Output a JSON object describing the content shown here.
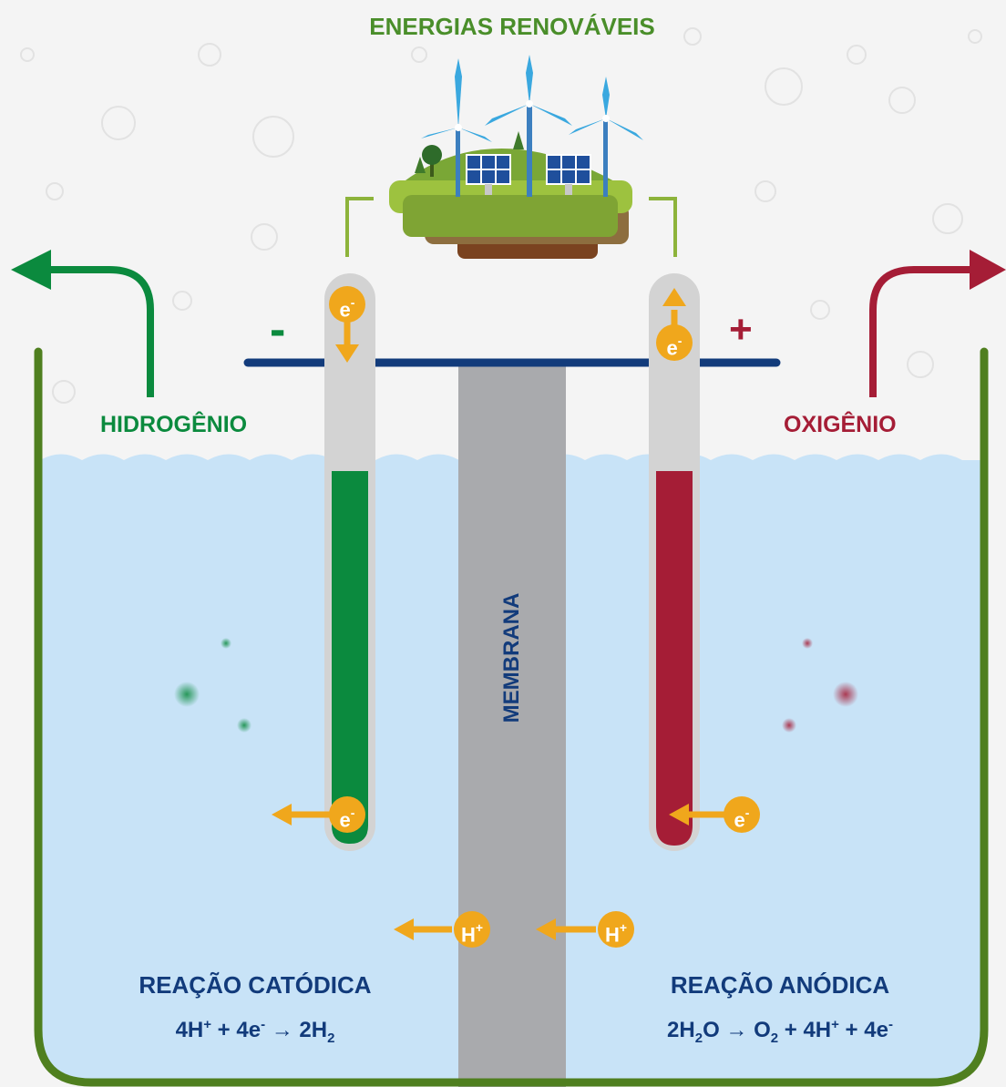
{
  "title": "ENERGIAS RENOVÁVEIS",
  "hydrogen_label": "HIDROGÊNIO",
  "oxygen_label": "OXIGÊNIO",
  "membrane_label": "MEMBRANA",
  "cathode_sign": "-",
  "anode_sign": "+",
  "electron_base": "e",
  "electron_charge": "-",
  "proton_base": "H",
  "proton_charge": "+",
  "cathodic": {
    "title": "REAÇÃO CATÓDICA",
    "equation": {
      "lhs1": "4H",
      "lhs1_sup": "+",
      "plus1": " + 4e",
      "lhs2_sup": "-",
      "arrow": " → ",
      "rhs": "2H",
      "rhs_sub": "2"
    }
  },
  "anodic": {
    "title": "REAÇÃO ANÓDICA",
    "equation": {
      "a": "2H",
      "a_sub": "2",
      "b": "O → O",
      "b_sub": "2",
      "c": " + 4H",
      "c_sup": "+",
      "d": " + 4e",
      "d_sup": "-"
    }
  },
  "colors": {
    "title_green": "#4a8e2a",
    "hydrogen_green": "#0b8a3e",
    "oxygen_red": "#a51d36",
    "navy": "#123b7b",
    "electron_orange": "#f0a71c",
    "water": "#c8e3f7",
    "membrane_gray": "#a9aaad",
    "tank_green": "#4f7f1f"
  },
  "icons": [
    "wind-turbine-icon",
    "solar-panel-icon",
    "tree-icon",
    "electron-icon",
    "proton-icon",
    "arrow-icon"
  ]
}
